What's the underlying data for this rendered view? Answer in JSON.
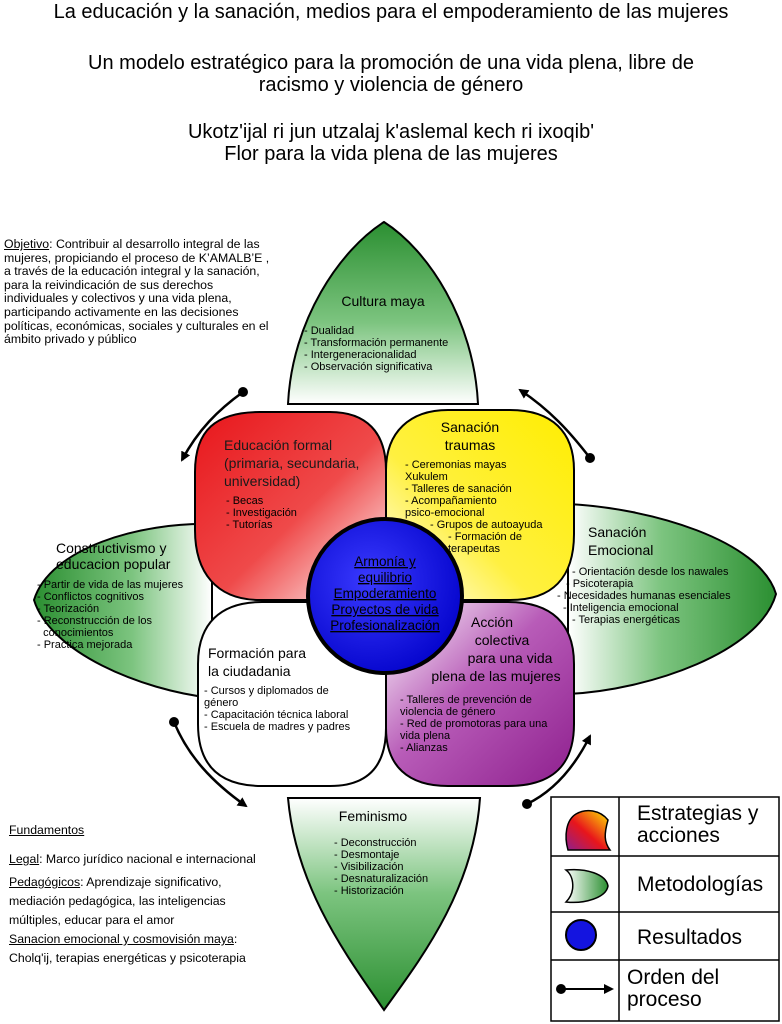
{
  "titles": {
    "line1": "La educación y la sanación, medios para el empoderamiento de las mujeres",
    "line2a": "Un modelo estratégico para la promoción de una vida plena, libre de",
    "line2b": "racismo y violencia de género",
    "line3a": "Ukotz'ijal ri jun utzalaj k'aslemal kech ri ixoqib'",
    "line3b": "Flor para la vida plena de las mujeres"
  },
  "objective": {
    "label": "Objetivo",
    "text": ": Contribuir al desarrollo integral de las mujeres, propiciando el proceso de K’AMALB’E , a través de la educación integral y la sanación, para la reivindicación de sus derechos individuales y colectivos y una vida plena, participando activamente en las decisiones políticas, económicas, sociales y culturales en el ámbito privado y público"
  },
  "petals": {
    "top": {
      "title": "Cultura maya",
      "items": [
        "- Dualidad",
        "- Transformación permanente",
        "- Intergeneracionalidad",
        "- Observación significativa"
      ]
    },
    "left": {
      "title": [
        "Constructivismo y",
        "educacion popular"
      ],
      "items": [
        "- Partir de vida de las mujeres",
        "- Conflictos cognitivos",
        "- Teorización",
        "- Reconstrucción de los",
        "  conocimientos",
        "- Practica mejorada"
      ]
    },
    "right": {
      "title": [
        "Sanación",
        "Emocional"
      ],
      "items": [
        "- Orientación desde los nawales",
        "- Psicoterapia",
        "- Necesidades humanas esenciales",
        "- Inteligencia emocional",
        "- Terapias energéticas"
      ]
    },
    "bottom": {
      "title": "Feminismo",
      "items": [
        "- Deconstrucción",
        "- Desmontaje",
        "- Visibilización",
        "- Desnaturalización",
        "- Historización"
      ]
    }
  },
  "quadrants": {
    "red": {
      "title": [
        "Educación formal",
        "(primaria, secundaria,",
        "universidad)"
      ],
      "items": [
        "- Becas",
        "- Investigación",
        "- Tutorías"
      ]
    },
    "yellow": {
      "title": [
        "Sanación",
        "traumas"
      ],
      "items": [
        "- Ceremonias mayas",
        "  Xukulem",
        "- Talleres de sanación",
        "- Acompañamiento",
        "  psico-emocional",
        "- Grupos de autoayuda",
        "- Formación de",
        "  terapeutas"
      ]
    },
    "white": {
      "title": [
        "Formación para",
        "la ciudadania"
      ],
      "items": [
        "- Cursos y diplomados de",
        "  género",
        "- Capacitación técnica laboral",
        "- Escuela de madres y padres"
      ]
    },
    "purple": {
      "title": [
        "Acción",
        "colectiva",
        "para una vida",
        "plena de las mujeres"
      ],
      "items": [
        "- Talleres de prevención de",
        "  violencia de género",
        "- Red de promotoras para una",
        "  vida plena",
        "- Alianzas"
      ]
    }
  },
  "center": {
    "lines": [
      "Armonía y",
      "equilibrio",
      "Empoderamiento",
      "Proyectos de vida",
      "Profesionalización"
    ]
  },
  "fundamentos": {
    "heading": "Fundamentos",
    "legal_label": "Legal",
    "legal_text": ": Marco jurídico nacional e internacional",
    "ped_label": "Pedagógicos",
    "ped_text": ": Aprendizaje significativo, mediación pedagógica, las inteligencias múltiples, educar para el amor",
    "san_label": "Sanacion emocional y cosmovisión maya",
    "san_text": ": Cholq'ij, terapias energéticas y psicoterapia"
  },
  "legend": {
    "strategies": "Estrategias y acciones",
    "methodologies": "Metodologías",
    "results": "Resultados",
    "order": "Orden del proceso"
  },
  "colors": {
    "green": "#3a9a3f",
    "red": "#e8161b",
    "yellow": "#ffee00",
    "purple": "#8e1f8e",
    "blue": "#1414e0"
  }
}
